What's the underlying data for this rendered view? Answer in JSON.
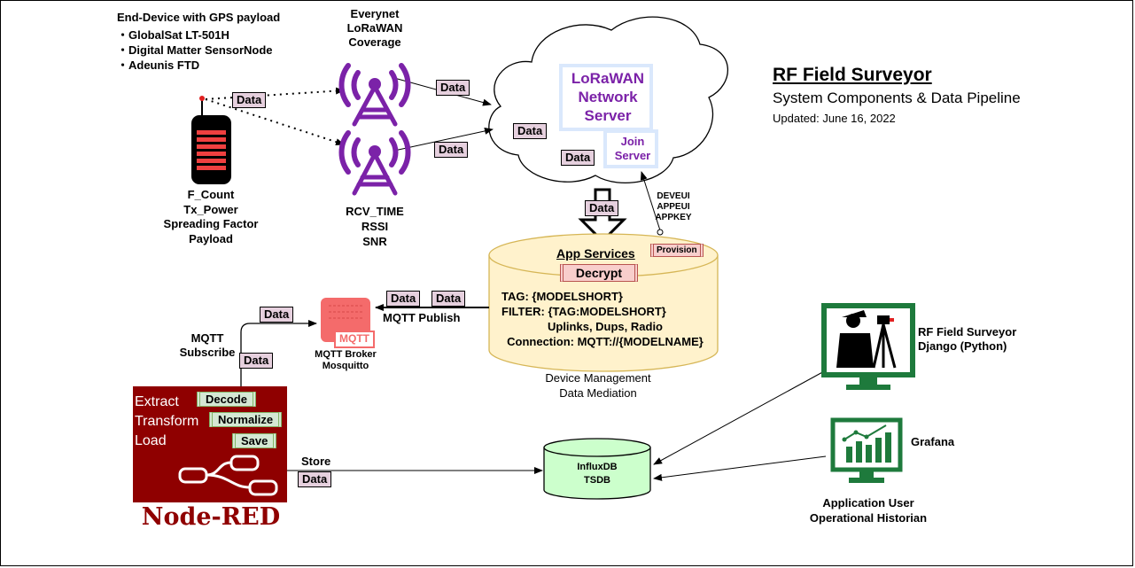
{
  "title": "RF Field Surveyor",
  "subtitle": "System Components & Data Pipeline",
  "updated": "Updated: June 16, 2022",
  "end_device": {
    "heading": "End-Device with GPS payload",
    "items": [
      "・GlobalSat LT-501H",
      "・Digital Matter SensorNode",
      "・Adeunis FTD"
    ],
    "fields": [
      "F_Count",
      "Tx_Power",
      "Spreading Factor",
      "Payload"
    ]
  },
  "coverage": {
    "label_lines": [
      "Everynet",
      "LoRaWAN",
      "Coverage"
    ],
    "fields": [
      "RCV_TIME",
      "RSSI",
      "SNR"
    ]
  },
  "network_server": {
    "label_lines": [
      "LoRaWAN",
      "Network",
      "Server"
    ]
  },
  "join_server": {
    "label_lines": [
      "Join",
      "Server"
    ]
  },
  "provision": {
    "keys": [
      "DEVEUI",
      "APPEUI",
      "APPKEY"
    ],
    "label": "Provision"
  },
  "app_services": {
    "title": "App Services",
    "decrypt": "Decrypt",
    "lines": [
      "TAG: {MODELSHORT}",
      "FILTER: {TAG:MODELSHORT}",
      "Uplinks, Dups, Radio",
      "Connection: MQTT://{MODELNAME}"
    ],
    "caption_lines": [
      "Device Management",
      "Data Mediation"
    ]
  },
  "data_tag": "Data",
  "mqtt": {
    "publish": "MQTT Publish",
    "subscribe_lines": [
      "MQTT",
      "Subscribe"
    ],
    "logo": "MQTT",
    "broker_lines": [
      "MQTT Broker",
      "Mosquitto"
    ]
  },
  "node_red": {
    "etl": [
      "Extract",
      "Transform",
      "Load"
    ],
    "steps": [
      "Decode",
      "Normalize",
      "Save"
    ],
    "brand": "Node-RED"
  },
  "store": "Store",
  "influx": {
    "lines": [
      "InfluxDB",
      "TSDB"
    ]
  },
  "surveyor_app": {
    "lines": [
      "RF Field Surveyor",
      "Django (Python)"
    ]
  },
  "grafana": {
    "label": "Grafana"
  },
  "app_user": {
    "lines": [
      "Application User",
      "Operational Historian"
    ]
  },
  "colors": {
    "purple": "#7b22a8",
    "nodered": "#8f0000",
    "green": "#1e7a3c",
    "cylinder": "#fff2cc",
    "mqtt": "#f46b6b",
    "tag_fill": "#e6d0de"
  }
}
